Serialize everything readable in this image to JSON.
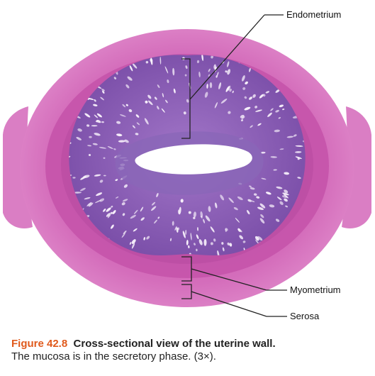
{
  "labels": {
    "endometrium": "Endometrium",
    "myometrium": "Myometrium",
    "serosa": "Serosa"
  },
  "caption": {
    "figure_label": "Figure 42.8",
    "title": "Cross-sectional view of the uterine wall.",
    "text": "The mucosa is in the secretory phase. (3×)."
  },
  "colors": {
    "accent": "#e05a1c",
    "outer_tissue": "#d36bb8",
    "myometrium": "#bf4fa6",
    "endometrium": "#8c62b8",
    "glands": "#f8f1fb"
  }
}
